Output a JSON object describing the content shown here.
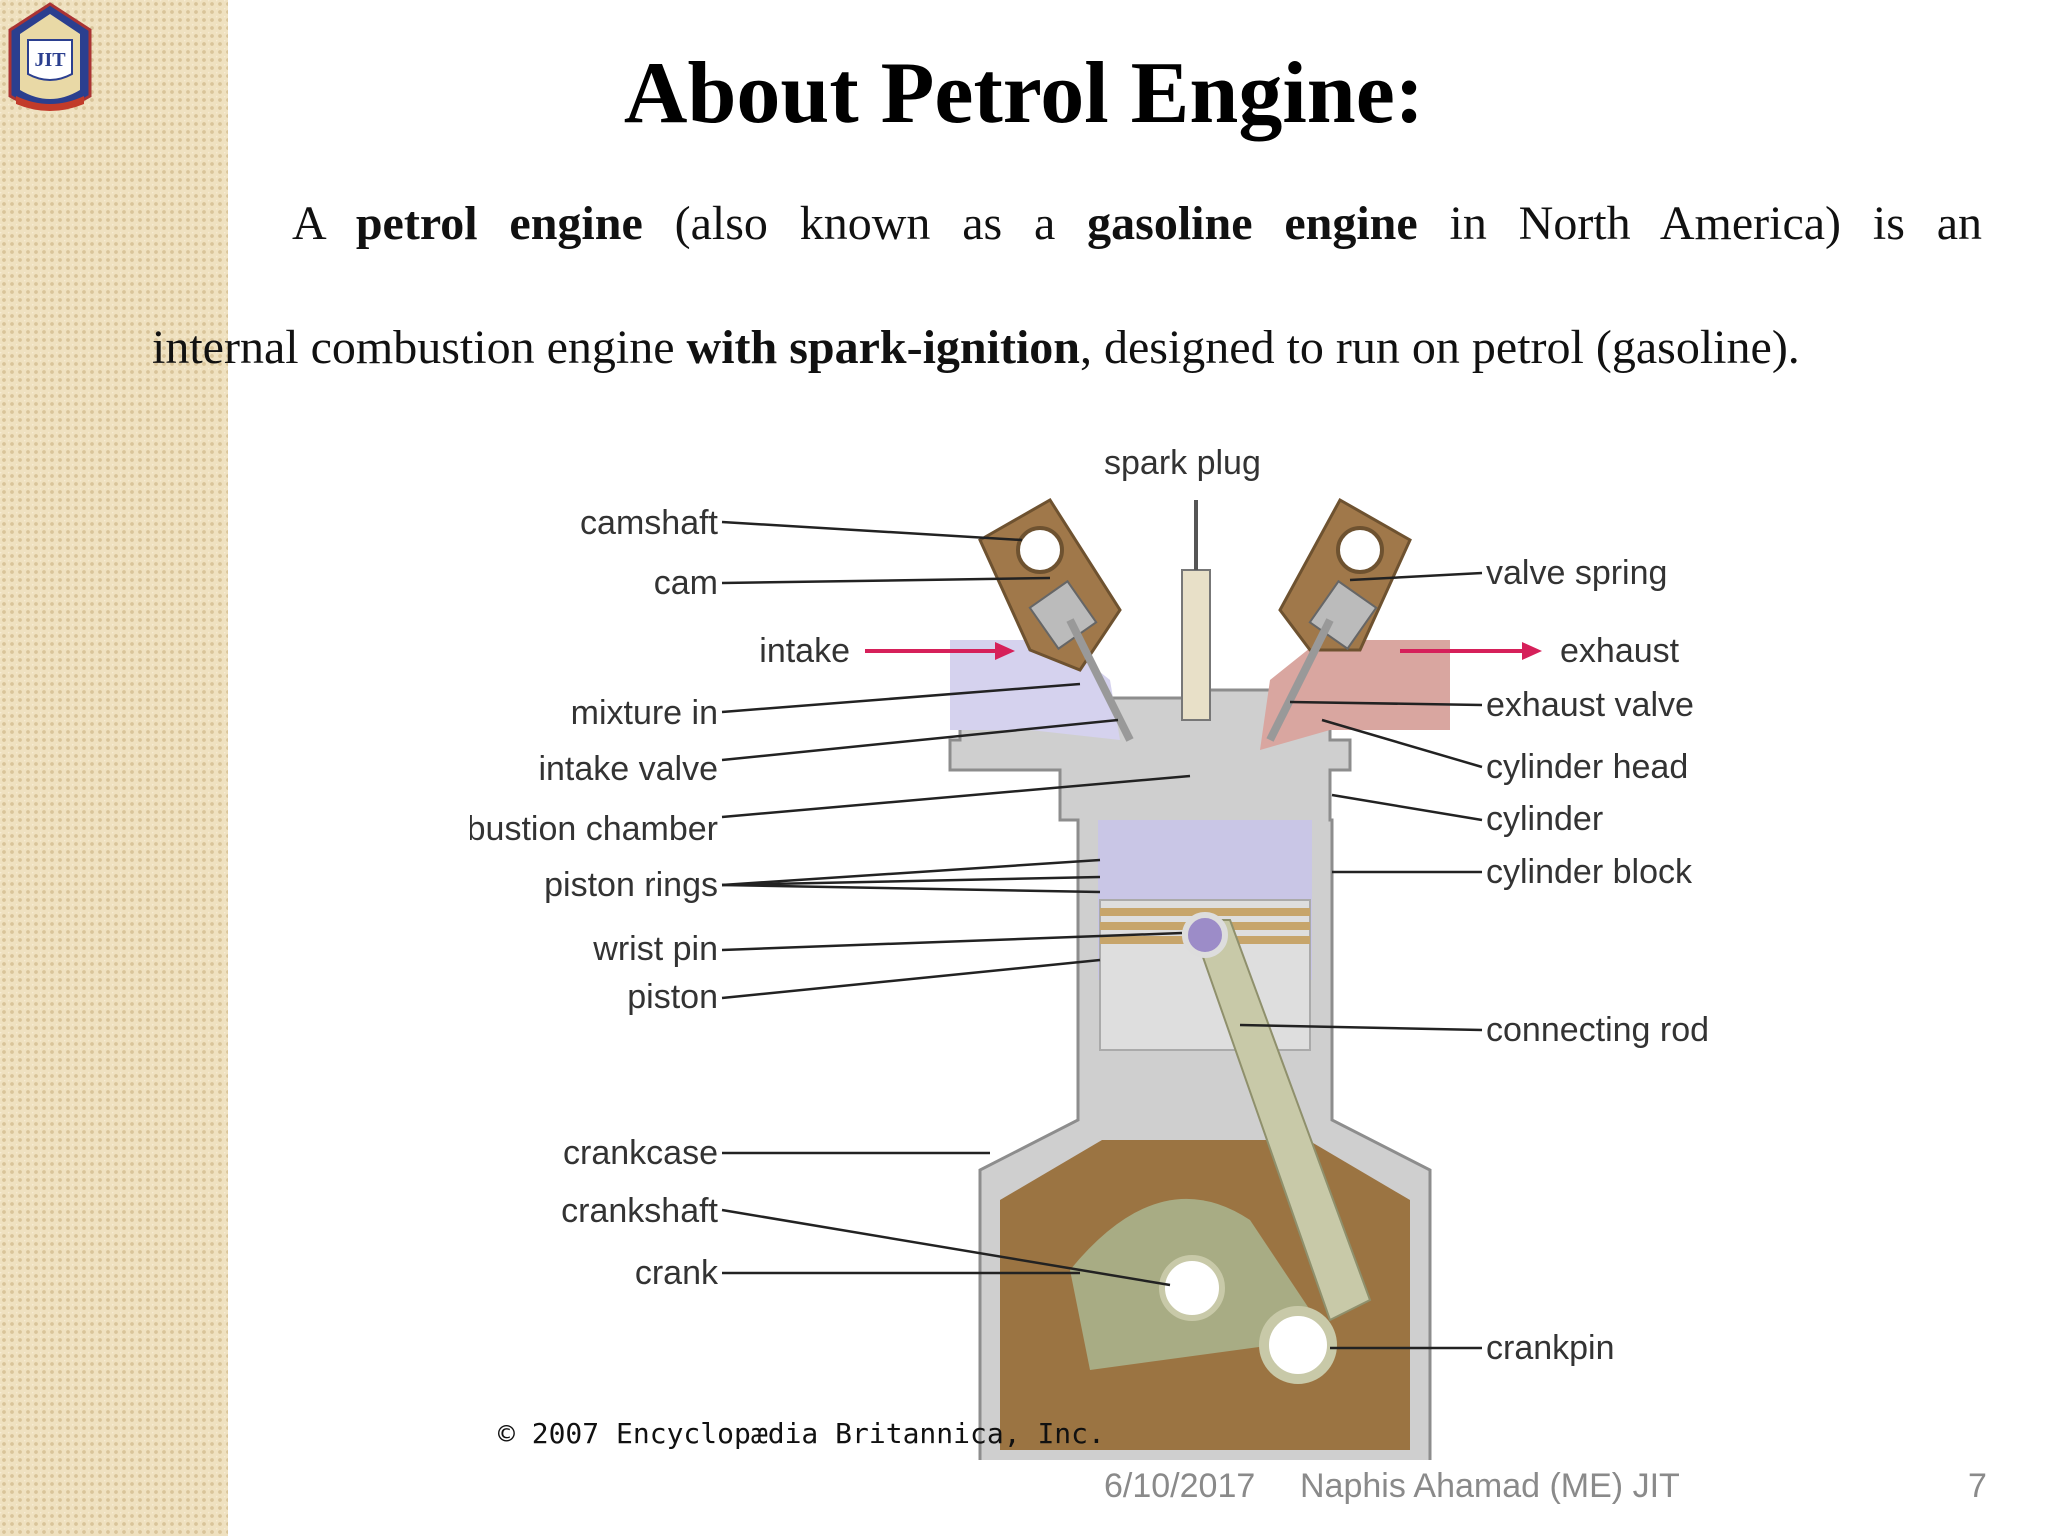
{
  "slide": {
    "title": "About Petrol Engine:",
    "paragraph": {
      "s1": "A ",
      "b1": "petrol engine",
      "s2": " (also known as a ",
      "b2": "gasoline engine",
      "s3": " in North America) is an",
      "s4": "internal combustion engine ",
      "b3": "with spark-ignition",
      "s5": ", designed to run on petrol (gasoline)."
    }
  },
  "diagram": {
    "labels": {
      "spark_plug": "spark plug",
      "camshaft": "camshaft",
      "cam": "cam",
      "intake": "intake",
      "mixture_in": "mixture in",
      "intake_valve": "intake valve",
      "combustion_chamber": "combustion chamber",
      "piston_rings": "piston rings",
      "wrist_pin": "wrist pin",
      "piston": "piston",
      "crankcase": "crankcase",
      "crankshaft": "crankshaft",
      "crank": "crank",
      "valve_spring": "valve spring",
      "exhaust": "exhaust",
      "exhaust_valve": "exhaust valve",
      "cylinder_head": "cylinder head",
      "cylinder": "cylinder",
      "cylinder_block": "cylinder block",
      "connecting_rod": "connecting rod",
      "crankpin": "crankpin"
    },
    "credit": "© 2007 Encyclopædia Britannica, Inc.",
    "colors": {
      "head_brown": "#a0784a",
      "crankcase_brown": "#9b7442",
      "piston_lavender": "#c9c6e6",
      "intake_lavender": "#d5d2ee",
      "exhaust_pink": "#d9a6a0",
      "rod_olive": "#c8c9a8",
      "arrow_red": "#d6205a"
    }
  },
  "logo": {
    "text": "JIT"
  },
  "footer": {
    "date": "6/10/2017",
    "author": "Naphis Ahamad (ME) JIT",
    "page": "7"
  }
}
